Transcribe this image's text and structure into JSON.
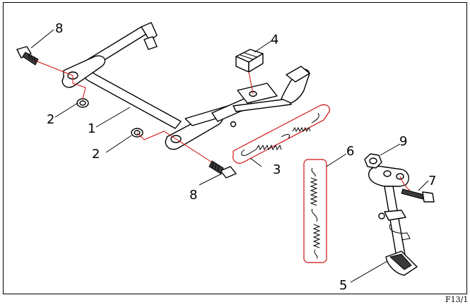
{
  "callouts": {
    "c1": "1",
    "c2a": "2",
    "c2b": "2",
    "c3": "3",
    "c4": "4",
    "c5": "5",
    "c6": "6",
    "c7": "7",
    "c8a": "8",
    "c8b": "8",
    "c9": "9"
  },
  "figure_code": "F13/1",
  "colors": {
    "line": "#000000",
    "highlight": "#d01010",
    "background": "#ffffff"
  }
}
